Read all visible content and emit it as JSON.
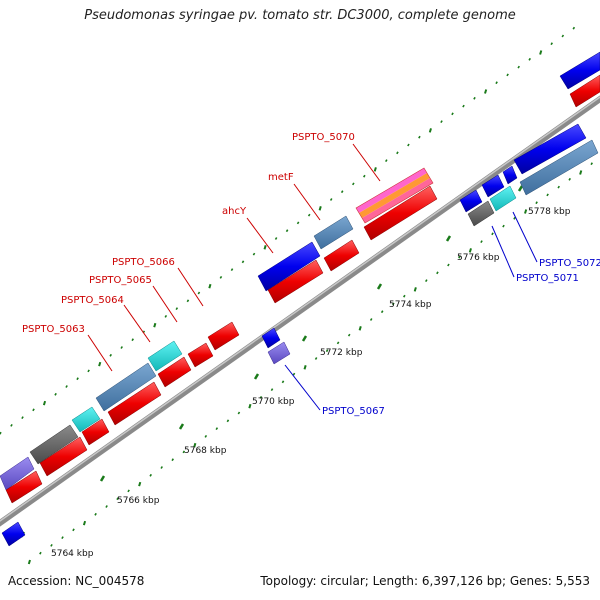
{
  "title": "Pseudomonas syringae pv. tomato str. DC3000, complete genome",
  "accession": "Accession: NC_004578",
  "summary": "Topology: circular; Length: 6,397,126 bp; Genes: 5,553",
  "colors": {
    "forward_label": "#cc0000",
    "reverse_label": "#0000cc",
    "backbone": "#909090",
    "tick": "#1a7a1a"
  },
  "ticks": [
    "5764 kbp",
    "5766 kbp",
    "5768 kbp",
    "5770 kbp",
    "5772 kbp",
    "5774 kbp",
    "5776 kbp",
    "5778 kbp"
  ],
  "labels_forward": [
    "PSPTO_5063",
    "PSPTO_5064",
    "PSPTO_5065",
    "PSPTO_5066",
    "ahcY",
    "metF",
    "PSPTO_5070"
  ],
  "labels_reverse": [
    "PSPTO_5067",
    "PSPTO_5071",
    "PSPTO_5072"
  ]
}
